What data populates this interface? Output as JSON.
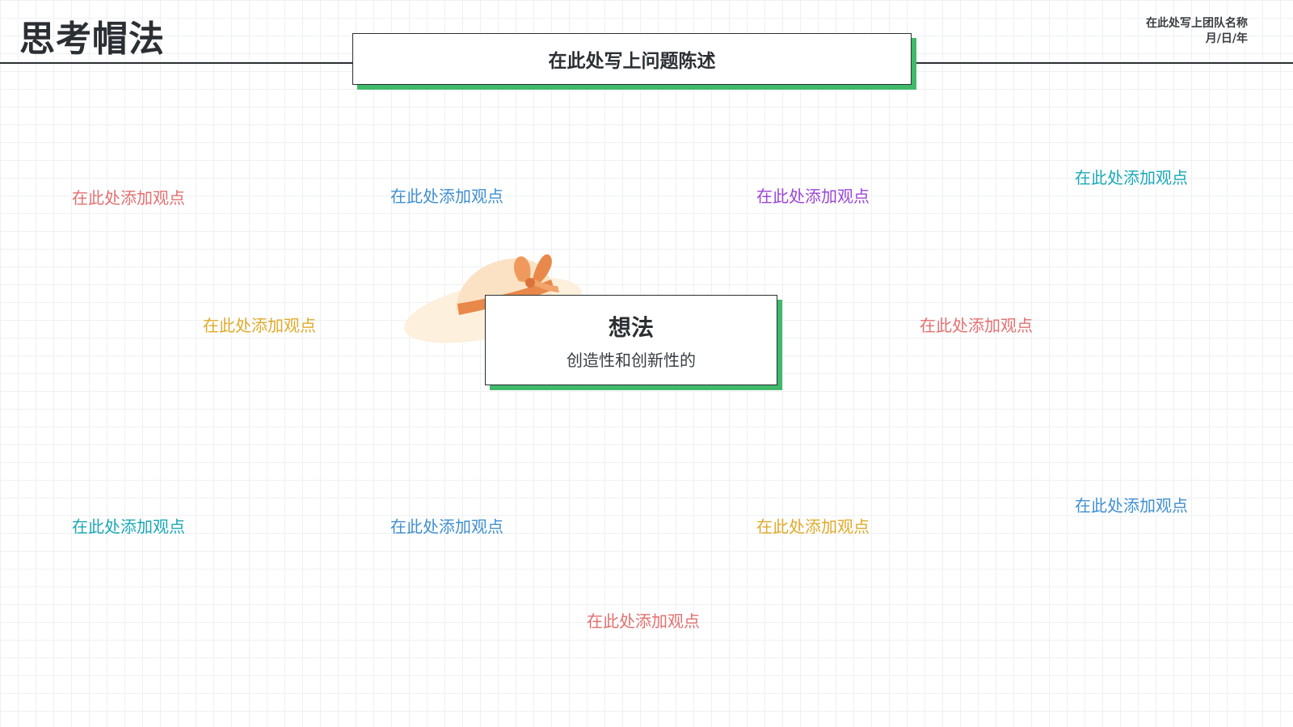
{
  "header": {
    "title": "思考帽法",
    "team_name": "在此处写上团队名称",
    "date": "月/日/年"
  },
  "problem": {
    "label": "在此处写上问题陈述"
  },
  "center": {
    "title": "想法",
    "subtitle": "创造性和创新性的"
  },
  "ideas": [
    {
      "label": "在此处添加观点",
      "color": "#e2706f"
    },
    {
      "label": "在此处添加观点",
      "color": "#3f8fd0"
    },
    {
      "label": "在此处添加观点",
      "color": "#9b45d8"
    },
    {
      "label": "在此处添加观点",
      "color": "#1aa8b5"
    },
    {
      "label": "在此处添加观点",
      "color": "#e0aa2a"
    },
    {
      "label": "在此处添加观点",
      "color": "#e2706f"
    },
    {
      "label": "在此处添加观点",
      "color": "#1aa8b5"
    },
    {
      "label": "在此处添加观点",
      "color": "#3f8fd0"
    },
    {
      "label": "在此处添加观点",
      "color": "#e0aa2a"
    },
    {
      "label": "在此处添加观点",
      "color": "#3f8fd0"
    },
    {
      "label": "在此处添加观点",
      "color": "#e2706f"
    }
  ],
  "colors": {
    "accent_shadow": "#3fb96a",
    "ink": "#2b2f33",
    "hat_brim": "#fdf0dc",
    "hat_crown": "#fbe2c4",
    "hat_ribbon": "#e8884a"
  }
}
